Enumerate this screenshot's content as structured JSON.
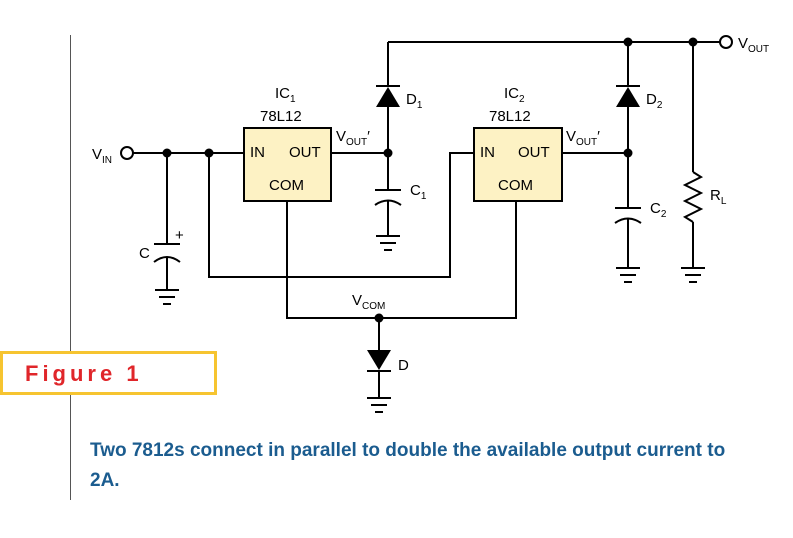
{
  "figure": {
    "label": "Figure 1"
  },
  "caption": "Two 7812s connect in parallel to double the available output current to 2A.",
  "colors": {
    "ic_fill": "#fdf2c4",
    "figure_border": "#f6c430",
    "figure_text": "#e0262a",
    "caption_text": "#1b5c8f"
  },
  "labels": {
    "vin_main": "V",
    "vin_sub": "IN",
    "vout_main": "V",
    "vout_sub": "OUT",
    "vout_prime1_main": "V",
    "vout_prime1_sub": "OUT",
    "prime": "′",
    "vout_prime2_main": "V",
    "vout_prime2_sub": "OUT",
    "vcom_main": "V",
    "vcom_sub": "COM",
    "ic1_name": "IC",
    "ic1_num": "1",
    "ic1_part": "78L12",
    "ic2_name": "IC",
    "ic2_num": "2",
    "ic2_part": "78L12",
    "pin_in": "IN",
    "pin_out": "OUT",
    "pin_com": "COM",
    "d1_main": "D",
    "d1_sub": "1",
    "d2_main": "D",
    "d2_sub": "2",
    "d_main": "D",
    "c1_main": "C",
    "c1_sub": "1",
    "c2_main": "C",
    "c2_sub": "2",
    "c_main": "C",
    "c_plus": "+",
    "rl_main": "R",
    "rl_sub": "L"
  }
}
